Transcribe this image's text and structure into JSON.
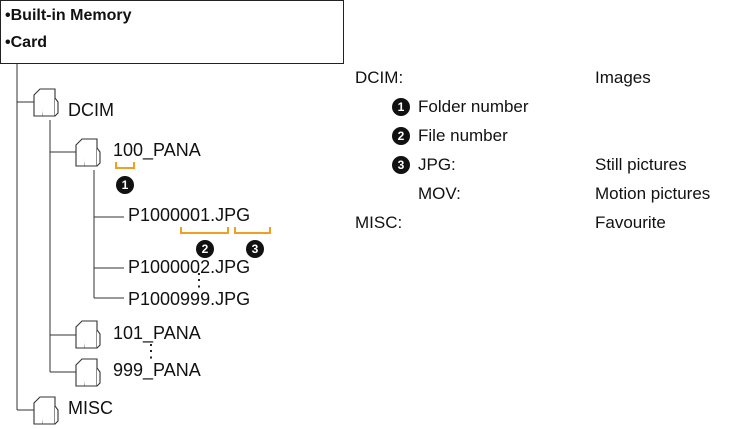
{
  "storage": {
    "bullet": "•",
    "items": [
      "Built-in Memory",
      "Card"
    ]
  },
  "tree": {
    "dcim": "DCIM",
    "folder_first": "100_PANA",
    "file_first": "P1000001.JPG",
    "file_second": "P1000002.JPG",
    "file_last": "P1000999.JPG",
    "folder_second": "101_PANA",
    "folder_last": "999_PANA",
    "misc": "MISC",
    "ellipsis": "⋮"
  },
  "badges": [
    "1",
    "2",
    "3"
  ],
  "legend": {
    "dcim_key": "DCIM:",
    "dcim_value": "Images",
    "folder_number": "Folder number",
    "file_number": "File number",
    "jpg_key": "JPG:",
    "jpg_value": "Still pictures",
    "mov_key": "MOV:",
    "mov_value": "Motion pictures",
    "misc_key": "MISC:",
    "misc_value": "Favourite"
  },
  "colors": {
    "bracket": "#F0A020",
    "line": "#333333",
    "folder_fill": "#ffffff"
  },
  "icons": [
    "folder-icon"
  ]
}
